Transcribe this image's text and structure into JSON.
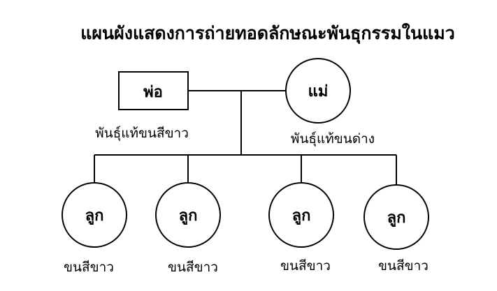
{
  "title": "แผนผังแสดงการถ่ายทอดลักษณะพันธุกรรมในแมว",
  "father": {
    "label": "พ่อ",
    "trait": "พันธุ์แท้ขนสีขาว"
  },
  "mother": {
    "label": "แม่",
    "trait": "พันธุ์แท้ขนด่าง"
  },
  "offspring": [
    {
      "label": "ลูก",
      "trait": "ขนสีขาว"
    },
    {
      "label": "ลูก",
      "trait": "ขนสีขาว"
    },
    {
      "label": "ลูก",
      "trait": "ขนสีขาว"
    },
    {
      "label": "ลูก",
      "trait": "ขนสีขาว"
    }
  ]
}
